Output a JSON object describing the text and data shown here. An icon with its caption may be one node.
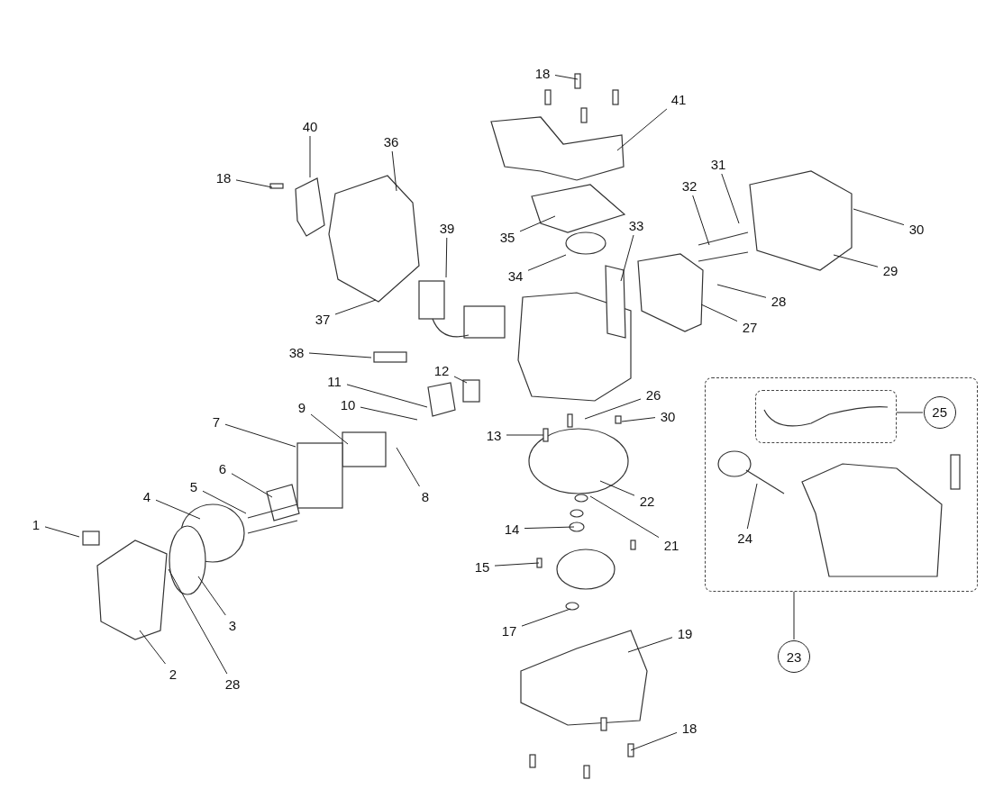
{
  "diagram": {
    "nodes": [
      {
        "text": [
          "18"
        ]
      },
      {
        "text": [
          "41"
        ]
      },
      {
        "text": [
          "40"
        ]
      },
      {
        "text": [
          "36"
        ]
      },
      {
        "text": [
          "18"
        ]
      },
      {
        "text": [
          "31"
        ]
      },
      {
        "text": [
          "32"
        ]
      },
      {
        "text": [
          "30"
        ]
      },
      {
        "text": [
          "35"
        ]
      },
      {
        "text": [
          "39"
        ]
      },
      {
        "text": [
          "33"
        ]
      },
      {
        "text": [
          "29"
        ]
      },
      {
        "text": [
          "34"
        ]
      },
      {
        "text": [
          "28"
        ]
      },
      {
        "text": [
          "37"
        ]
      },
      {
        "text": [
          "27"
        ]
      },
      {
        "text": [
          "38"
        ]
      },
      {
        "text": [],
        "shape": "box"
      },
      {
        "text": [
          "11"
        ]
      },
      {
        "text": [
          "12"
        ]
      },
      {
        "text": [
          "26"
        ]
      },
      {
        "text": [
          "9"
        ]
      },
      {
        "text": [
          "10"
        ]
      },
      {
        "text": [
          "30"
        ]
      },
      {
        "text": [],
        "shape": "box",
        "in": 17
      },
      {
        "text": [
          "25"
        ],
        "in": 17
      },
      {
        "text": [
          "7"
        ]
      },
      {
        "text": [
          "13"
        ]
      },
      {
        "text": [
          "8"
        ]
      },
      {
        "text": [
          "6"
        ]
      },
      {
        "text": [
          "5"
        ]
      },
      {
        "text": [
          "22"
        ]
      },
      {
        "text": [
          "4"
        ]
      },
      {
        "text": [
          "1"
        ]
      },
      {
        "text": [
          "14"
        ]
      },
      {
        "text": [
          "24"
        ],
        "in": 17
      },
      {
        "text": [
          "21"
        ]
      },
      {
        "text": [
          "15"
        ]
      },
      {
        "text": [
          "3"
        ]
      },
      {
        "text": [
          "17"
        ]
      },
      {
        "text": [
          "19"
        ]
      },
      {
        "text": [
          "2"
        ]
      },
      {
        "text": [
          "23"
        ]
      },
      {
        "text": [
          "28"
        ]
      },
      {
        "text": [
          "18"
        ]
      }
    ],
    "edges": [
      {
        "from": 0,
        "to": null,
        "arrow": "none"
      },
      {
        "from": 1,
        "to": null,
        "arrow": "none"
      },
      {
        "from": 2,
        "to": null,
        "arrow": "none"
      },
      {
        "from": 3,
        "to": null,
        "arrow": "none"
      },
      {
        "from": 4,
        "to": null,
        "arrow": "none"
      },
      {
        "from": 5,
        "to": null,
        "arrow": "none"
      },
      {
        "from": 6,
        "to": null,
        "arrow": "none"
      },
      {
        "from": 7,
        "to": null,
        "arrow": "none"
      },
      {
        "from": 8,
        "to": null,
        "arrow": "none"
      },
      {
        "from": 9,
        "to": null,
        "arrow": "none"
      },
      {
        "from": 10,
        "to": null,
        "arrow": "none"
      },
      {
        "from": 11,
        "to": null,
        "arrow": "none"
      },
      {
        "from": 12,
        "to": null,
        "arrow": "none"
      },
      {
        "from": 13,
        "to": null,
        "arrow": "none"
      },
      {
        "from": 14,
        "to": null,
        "arrow": "none"
      },
      {
        "from": 15,
        "to": null,
        "arrow": "none"
      },
      {
        "from": 16,
        "to": null,
        "arrow": "none"
      },
      {
        "from": 18,
        "to": null,
        "arrow": "none"
      },
      {
        "from": 19,
        "to": null,
        "arrow": "none"
      },
      {
        "from": 20,
        "to": null,
        "arrow": "none"
      },
      {
        "from": 21,
        "to": null,
        "arrow": "none"
      },
      {
        "from": 22,
        "to": null,
        "arrow": "none"
      },
      {
        "from": 23,
        "to": null,
        "arrow": "none"
      },
      {
        "from": 25,
        "to": 24,
        "arrow": "none"
      },
      {
        "from": 26,
        "to": null,
        "arrow": "none"
      },
      {
        "from": 27,
        "to": null,
        "arrow": "none"
      },
      {
        "from": 28,
        "to": null,
        "arrow": "none"
      },
      {
        "from": 29,
        "to": null,
        "arrow": "none"
      },
      {
        "from": 30,
        "to": null,
        "arrow": "none"
      },
      {
        "from": 31,
        "to": null,
        "arrow": "none"
      },
      {
        "from": 32,
        "to": null,
        "arrow": "none"
      },
      {
        "from": 33,
        "to": null,
        "arrow": "none"
      },
      {
        "from": 34,
        "to": null,
        "arrow": "none"
      },
      {
        "from": 35,
        "to": null,
        "arrow": "none"
      },
      {
        "from": 36,
        "to": null,
        "arrow": "none"
      },
      {
        "from": 37,
        "to": null,
        "arrow": "none"
      },
      {
        "from": 38,
        "to": null,
        "arrow": "none"
      },
      {
        "from": 39,
        "to": null,
        "arrow": "none"
      },
      {
        "from": 40,
        "to": null,
        "arrow": "none"
      },
      {
        "from": 41,
        "to": null,
        "arrow": "none"
      },
      {
        "from": 42,
        "to": 17,
        "arrow": "none"
      },
      {
        "from": 43,
        "to": null,
        "arrow": "none"
      },
      {
        "from": 44,
        "to": null,
        "arrow": "none"
      }
    ]
  }
}
